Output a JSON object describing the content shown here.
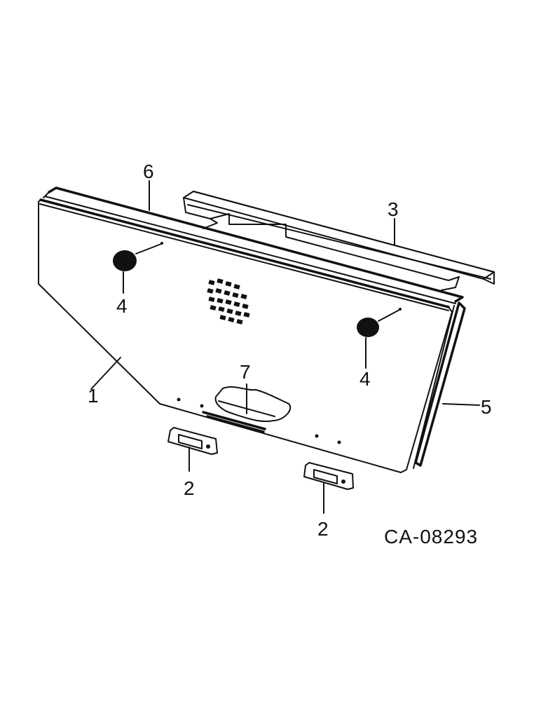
{
  "diagram": {
    "callouts": {
      "c1": "1",
      "c2a": "2",
      "c2b": "2",
      "c3": "3",
      "c4a": "4",
      "c4b": "4",
      "c5": "5",
      "c6": "6",
      "c7": "7"
    },
    "drawing_code": "CA-08293"
  }
}
